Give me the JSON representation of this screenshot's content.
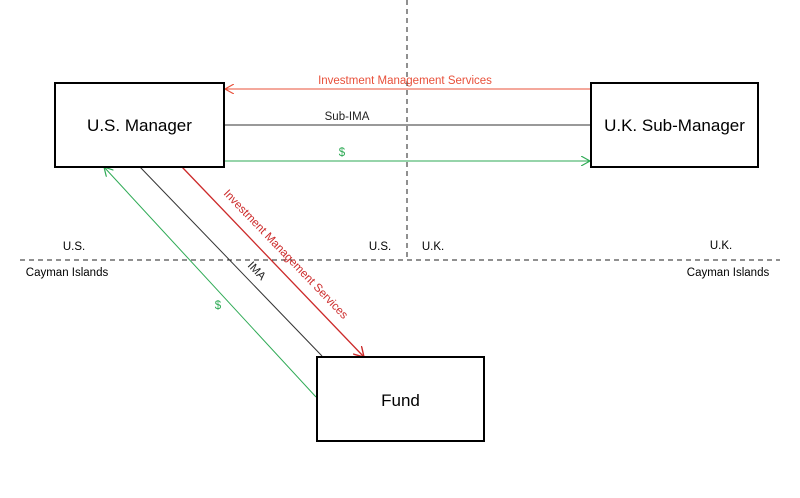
{
  "entities": {
    "us_manager": "U.S. Manager",
    "uk_sub_manager": "U.K. Sub-Manager",
    "fund": "Fund"
  },
  "flows": {
    "ims_top": "Investment Management Services",
    "sub_ima": "Sub-IMA",
    "dollar_top": "$",
    "ims_diag": "Investment Management Services",
    "ima": "IMA",
    "dollar_diag": "$"
  },
  "regions": {
    "us_left": "U.S.",
    "cayman_left": "Cayman Islands",
    "us_mid": "U.S.",
    "uk_mid": "U.K.",
    "uk_right": "U.K.",
    "cayman_right": "Cayman Islands"
  },
  "colors": {
    "services": "#e8503a",
    "services_diag": "#cc2a2a",
    "payment": "#2eaa55",
    "agreement": "#333333",
    "border": "#000000",
    "divider": "#222222"
  }
}
